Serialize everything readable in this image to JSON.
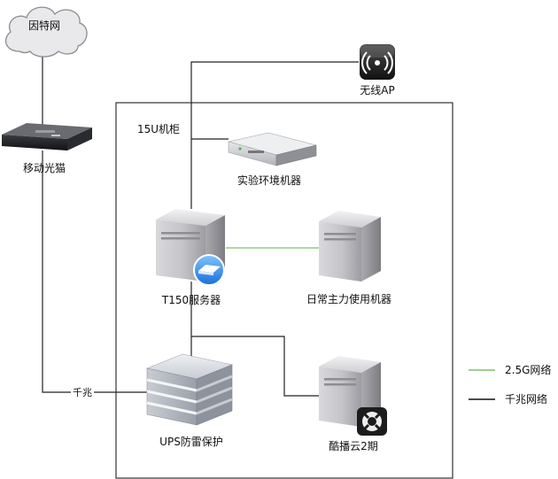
{
  "nodes": {
    "internet": "因特网",
    "modem": "移动光猫",
    "wireless_ap": "无线AP",
    "rack": "15U机柜",
    "lab_machine": "实验环境机器",
    "t150": "T150服务器",
    "daily_machine": "日常主力使用机器",
    "ups": "UPS防雷保护",
    "kubo": "酷播云2期"
  },
  "links": {
    "modem_to_ups": "千兆"
  },
  "legend": [
    {
      "label": "2.5G网络",
      "color": "#7fbf6e"
    },
    {
      "label": "千兆网络",
      "color": "#111111"
    }
  ],
  "icons": {
    "internet": "cloud-icon",
    "modem": "modem-icon",
    "wireless_ap": "wifi-ap-icon",
    "lab_machine": "rack-server-icon",
    "t150": "tower-server-icon",
    "daily_machine": "tower-server-icon",
    "ups": "ups-stack-icon",
    "kubo": "tower-server-icon"
  }
}
